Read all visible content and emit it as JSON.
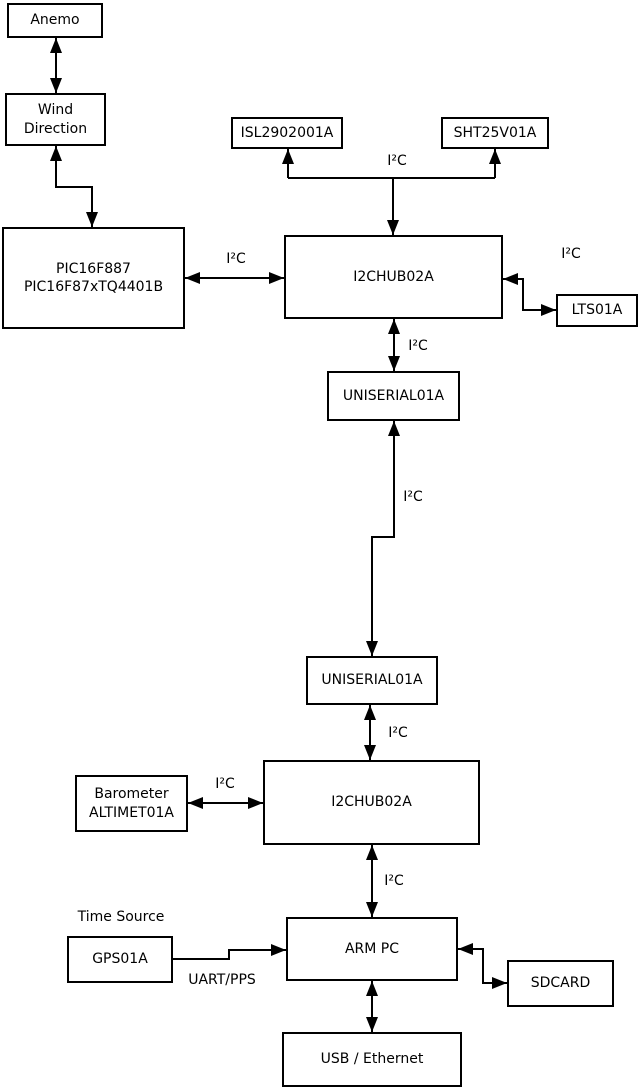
{
  "diagram": {
    "nodes": {
      "anemo": {
        "label": "Anemo"
      },
      "wind": {
        "line1": "Wind",
        "line2": "Direction"
      },
      "pic": {
        "line1": "PIC16F887",
        "line2": "PIC16F87xTQ4401B"
      },
      "isl": {
        "label": "ISL2902001A"
      },
      "sht": {
        "label": "SHT25V01A"
      },
      "hub1": {
        "label": "I2CHUB02A"
      },
      "lts": {
        "label": "LTS01A"
      },
      "uniserial1": {
        "label": "UNISERIAL01A"
      },
      "uniserial2": {
        "label": "UNISERIAL01A"
      },
      "hub2": {
        "label": "I2CHUB02A"
      },
      "barometer": {
        "line1": "Barometer",
        "line2": "ALTIMET01A"
      },
      "gps": {
        "label": "GPS01A"
      },
      "armpc": {
        "label": "ARM PC"
      },
      "sdcard": {
        "label": "SDCARD"
      },
      "usb": {
        "label": "USB / Ethernet"
      }
    },
    "labels": {
      "i2c": "I²C",
      "time_source": "Time Source",
      "uart_pps": "UART/PPS"
    },
    "colors": {
      "line": "#000000",
      "box_fill": "#ffffff",
      "text": "#000000",
      "background": "#ffffff"
    }
  }
}
